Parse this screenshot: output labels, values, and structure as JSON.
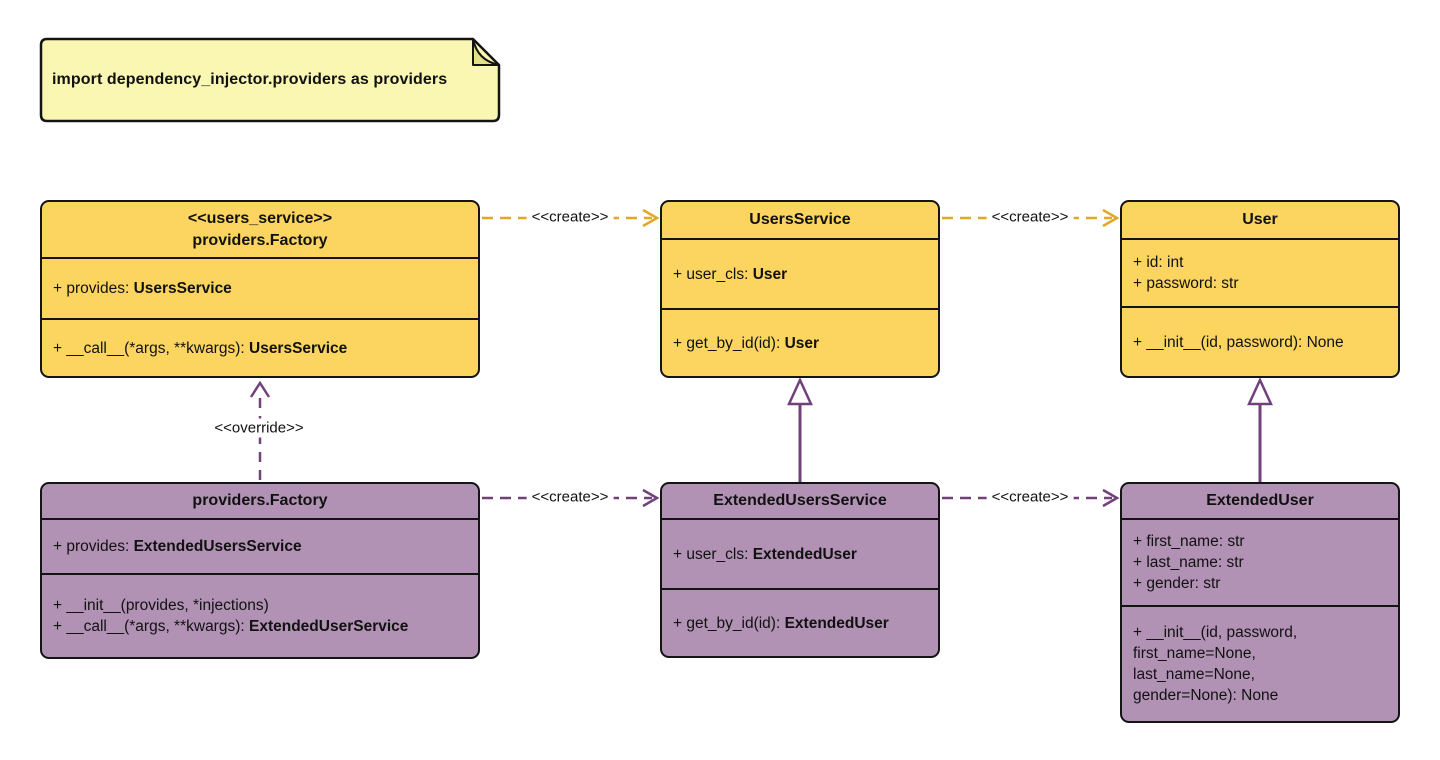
{
  "note": {
    "text": "import dependency_injector.providers as providers"
  },
  "colors": {
    "class_yellow_fill": "#FBD560",
    "class_purple_fill": "#B192B4",
    "note_fill": "#F9F7B2",
    "note_fold_fill": "#E3E08C",
    "arrow_yellow": "#DFA826",
    "arrow_purple": "#71417A",
    "border_dark": "#141414"
  },
  "classes": [
    {
      "id": "factory-users-service",
      "title_lines": [
        "<<users_service>>",
        "providers.Factory"
      ],
      "attributes": [
        [
          {
            "t": "+ provides: "
          },
          {
            "t": "UsersService",
            "b": true
          }
        ]
      ],
      "methods": [
        [
          {
            "t": "+ __call__(*args, **kwargs): "
          },
          {
            "t": "UsersService",
            "b": true
          }
        ]
      ]
    },
    {
      "id": "users-service",
      "title_lines": [
        "UsersService"
      ],
      "attributes": [
        [
          {
            "t": "+ user_cls: "
          },
          {
            "t": "User",
            "b": true
          }
        ]
      ],
      "methods": [
        [
          {
            "t": "+ get_by_id(id): "
          },
          {
            "t": "User",
            "b": true
          }
        ]
      ]
    },
    {
      "id": "user",
      "title_lines": [
        "User"
      ],
      "attributes": [
        [
          {
            "t": "+ id: int"
          }
        ],
        [
          {
            "t": "+ password: str"
          }
        ]
      ],
      "methods": [
        [
          {
            "t": "+ __init__(id, password): None"
          }
        ]
      ]
    },
    {
      "id": "factory-extended-users-service",
      "title_lines": [
        "providers.Factory"
      ],
      "attributes": [
        [
          {
            "t": "+ provides: "
          },
          {
            "t": "ExtendedUsersService",
            "b": true
          }
        ]
      ],
      "methods": [
        [
          {
            "t": "+ __init__(provides, *injections)"
          }
        ],
        [
          {
            "t": "+ __call__(*args, **kwargs): "
          },
          {
            "t": "ExtendedUserService",
            "b": true
          }
        ]
      ]
    },
    {
      "id": "extended-users-service",
      "title_lines": [
        "ExtendedUsersService"
      ],
      "attributes": [
        [
          {
            "t": "+ user_cls: "
          },
          {
            "t": "ExtendedUser",
            "b": true
          }
        ]
      ],
      "methods": [
        [
          {
            "t": "+ get_by_id(id): "
          },
          {
            "t": "ExtendedUser",
            "b": true
          }
        ]
      ]
    },
    {
      "id": "extended-user",
      "title_lines": [
        "ExtendedUser"
      ],
      "attributes": [
        [
          {
            "t": "+ first_name: str"
          }
        ],
        [
          {
            "t": "+ last_name: str"
          }
        ],
        [
          {
            "t": "+ gender: str"
          }
        ]
      ],
      "methods": [
        [
          {
            "t": "+ __init__(id, password,"
          }
        ],
        [
          {
            "t": "first_name=None,"
          }
        ],
        [
          {
            "t": "last_name=None,"
          }
        ],
        [
          {
            "t": "gender=None): None"
          }
        ]
      ]
    }
  ],
  "arrows": [
    {
      "id": "create-factory-to-users-service",
      "kind": "create",
      "label": "<<create>>"
    },
    {
      "id": "create-users-service-to-user",
      "kind": "create",
      "label": "<<create>>"
    },
    {
      "id": "override-factory-to-factory",
      "kind": "override",
      "label": "<<override>>"
    },
    {
      "id": "create-factory-to-extended-users-service",
      "kind": "create",
      "label": "<<create>>"
    },
    {
      "id": "create-extended-users-service-to-extended-user",
      "kind": "create",
      "label": "<<create>>"
    },
    {
      "id": "inherit-extended-users-service-to-users-service",
      "kind": "inheritance",
      "label": ""
    },
    {
      "id": "inherit-extended-user-to-user",
      "kind": "inheritance",
      "label": ""
    }
  ]
}
